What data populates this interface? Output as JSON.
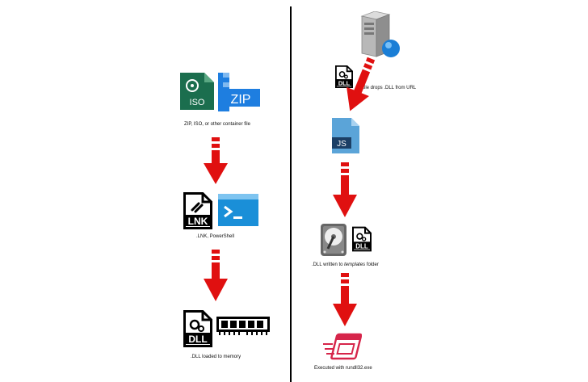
{
  "left_column": {
    "step1": {
      "icons": [
        "iso-file-icon",
        "zip-file-icon"
      ],
      "iso_label": "ISO",
      "zip_label": "ZIP",
      "caption": "ZIP, ISO, or other container file"
    },
    "step2": {
      "icons": [
        "lnk-file-icon",
        "powershell-icon"
      ],
      "lnk_label": "LNK",
      "caption": ".LNK, PowerShell"
    },
    "step3": {
      "icons": [
        "dll-file-icon",
        "memory-ram-icon"
      ],
      "dll_label": "DLL",
      "caption": ".DLL loaded to memory"
    }
  },
  "right_column": {
    "step1": {
      "icons": [
        "server-icon",
        "dll-file-icon"
      ],
      "dll_label": "DLL",
      "caption": ".JS file drops .DLL from URL"
    },
    "step2": {
      "icons": [
        "js-file-icon"
      ],
      "js_label": "JS",
      "caption": ""
    },
    "step3": {
      "icons": [
        "hard-drive-icon",
        "dll-file-icon"
      ],
      "dll_label": "DLL",
      "caption_prefix": ".DLL written to ",
      "caption_emph": "templates",
      "caption_suffix": " folder"
    },
    "step4": {
      "icons": [
        "executable-window-icon"
      ],
      "caption": "Executed with rundll32.exe"
    }
  },
  "colors": {
    "arrow": "#e01010",
    "iso": "#1b6e4e",
    "zip": "#1e7ee0",
    "powershell": "#1a8fd8",
    "js": "#5ba4d8",
    "exec": "#d6254a"
  }
}
